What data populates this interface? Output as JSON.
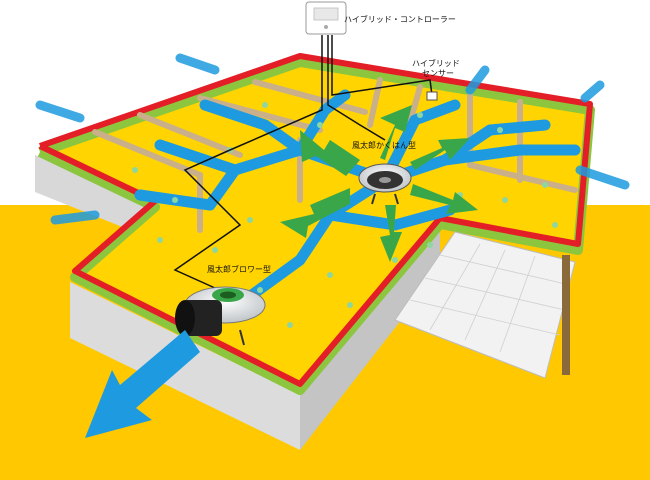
{
  "labels": {
    "controller": "ハイブリッド・コントローラー",
    "sensor_line1": "ハイブリッド",
    "sensor_line2": "センサー",
    "stirring_unit": "風太郎かくはん型",
    "blower_unit": "風太郎ブロワー型"
  },
  "colors": {
    "ground_yellow": "#ffc800",
    "floor_yellow": "#ffd400",
    "duct_blue": "#1e9be0",
    "wall_red": "#e41e26",
    "wall_green": "#8cc63f",
    "foundation_gray": "#d6d6d6",
    "airflow_green": "#3aa64a",
    "sensor_line": "#111111"
  },
  "icons": {
    "controller": "wall-controller-icon",
    "sensor": "sensor-icon",
    "stirring_unit": "ceiling-fan-icon",
    "blower_unit": "blower-fan-icon",
    "airflow": "airflow-arrow-icon",
    "exhaust": "exhaust-arrow-icon"
  }
}
